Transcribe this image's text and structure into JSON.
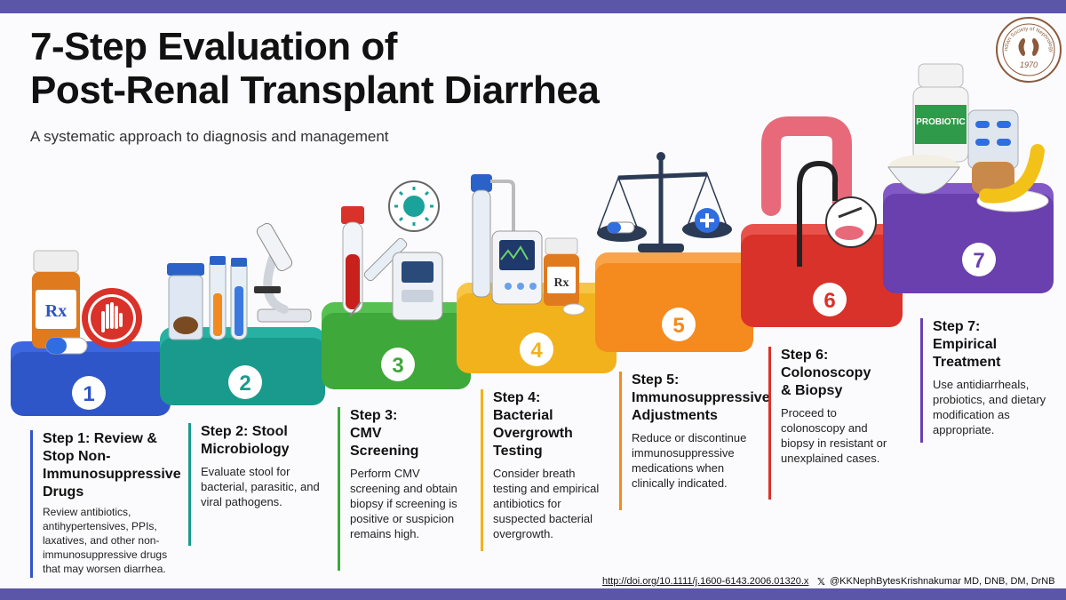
{
  "title_line1": "7-Step Evaluation of",
  "title_line2": "Post-Renal Transplant Diarrhea",
  "subtitle": "A systematic approach to diagnosis and management",
  "logo": {
    "text": "Indian Society of Nephrology",
    "year": "1970"
  },
  "steps": [
    {
      "num": "1",
      "head": "Step 1: Review & Stop Non-Immunosuppressive Drugs",
      "desc": "Review antibiotics, antihypertensives, PPIs, laxatives, and other non-immunosuppressive drugs that may worsen diarrhea.",
      "color": "#2f56c8"
    },
    {
      "num": "2",
      "head": "Step 2: Stool Microbiology",
      "desc": "Evaluate stool for bacterial, parasitic, and viral pathogens.",
      "color": "#1a9a8c"
    },
    {
      "num": "3",
      "head": "Step 3: CMV Screening",
      "desc": "Perform CMV screening and obtain biopsy if screening is positive or suspicion remains high.",
      "color": "#3ea83a"
    },
    {
      "num": "4",
      "head": "Step 4: Bacterial Overgrowth Testing",
      "desc": "Consider breath testing and empirical antibiotics for suspected bacterial overgrowth.",
      "color": "#f2b21c"
    },
    {
      "num": "5",
      "head": "Step 5: Immunosuppressive Adjustments",
      "desc": "Reduce or discontinue immunosuppressive medications when clinically indicated.",
      "color": "#f58a1f"
    },
    {
      "num": "6",
      "head": "Step 6: Colonoscopy & Biopsy",
      "desc": "Proceed to colonoscopy and biopsy in resistant or unexplained cases.",
      "color": "#d9322a"
    },
    {
      "num": "7",
      "head": "Step 7: Empirical Treatment",
      "desc": "Use antidiarrheals, probiotics, and dietary modification as appropriate.",
      "color": "#6a3fae"
    }
  ],
  "labels": {
    "rx": "Rx",
    "probiotic": "PROBIOTIC"
  },
  "footer": {
    "doi": "http://doi.org/10.1111/j.1600-6143.2006.01320.x",
    "handle": "@KKNephBytes",
    "author": "Krishnakumar MD, DNB, DM, DrNB"
  }
}
